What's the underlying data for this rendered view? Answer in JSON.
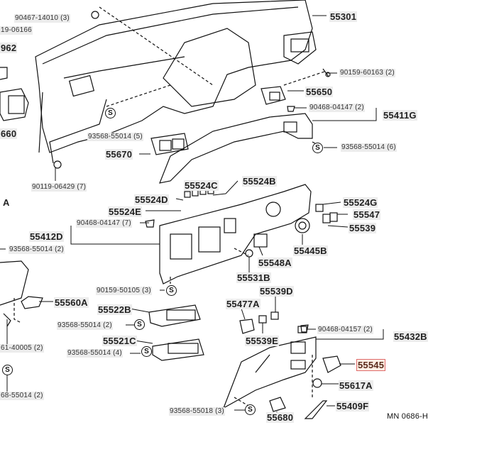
{
  "diagram": {
    "title_code": "MN 0686-H",
    "symbol_s": "S",
    "highlighted_part": "55545",
    "labels": {
      "p90467_14010": "90467-14010 (3)",
      "p90119_06166": "19-06166",
      "p962": "962",
      "p660": "660",
      "p93568_55014_5": "93568-55014 (5)",
      "p55670": "55670",
      "p90119_06429": "90119-06429 (7)",
      "pA": "A",
      "p55301": "55301",
      "p90159_60163": "90159-60163 (2)",
      "p55650": "55650",
      "p90468_04147_2": "90468-04147 (2)",
      "p55411G": "55411G",
      "p93568_55014_6": "93568-55014 (6)",
      "p55524C": "55524C",
      "p55524B": "55524B",
      "p55524D": "55524D",
      "p55524E": "55524E",
      "p90468_04147_7": "90468-04147 (7)",
      "p55412D": "55412D",
      "p93568_55014_2a": "93568-55014 (2)",
      "p55524G": "55524G",
      "p55547": "55547",
      "p55539": "55539",
      "p55445B": "55445B",
      "p55548A": "55548A",
      "p55531B": "55531B",
      "p90159_50105": "90159-50105 (3)",
      "p55560A": "55560A",
      "p55522B": "55522B",
      "p93568_55014_2b": "93568-55014 (2)",
      "p55521C": "55521C",
      "p93568_55014_4": "93568-55014 (4)",
      "p61_40005": "61-40005 (2)",
      "p68_55014": "68-55014 (2)",
      "p55539D": "55539D",
      "p55477A": "55477A",
      "p55539E": "55539E",
      "p90468_04157": "90468-04157 (2)",
      "p55432B": "55432B",
      "p55545": "55545",
      "p55617A": "55617A",
      "p55409F": "55409F",
      "p93568_55018": "93568-55018 (3)",
      "p55680": "55680"
    }
  }
}
